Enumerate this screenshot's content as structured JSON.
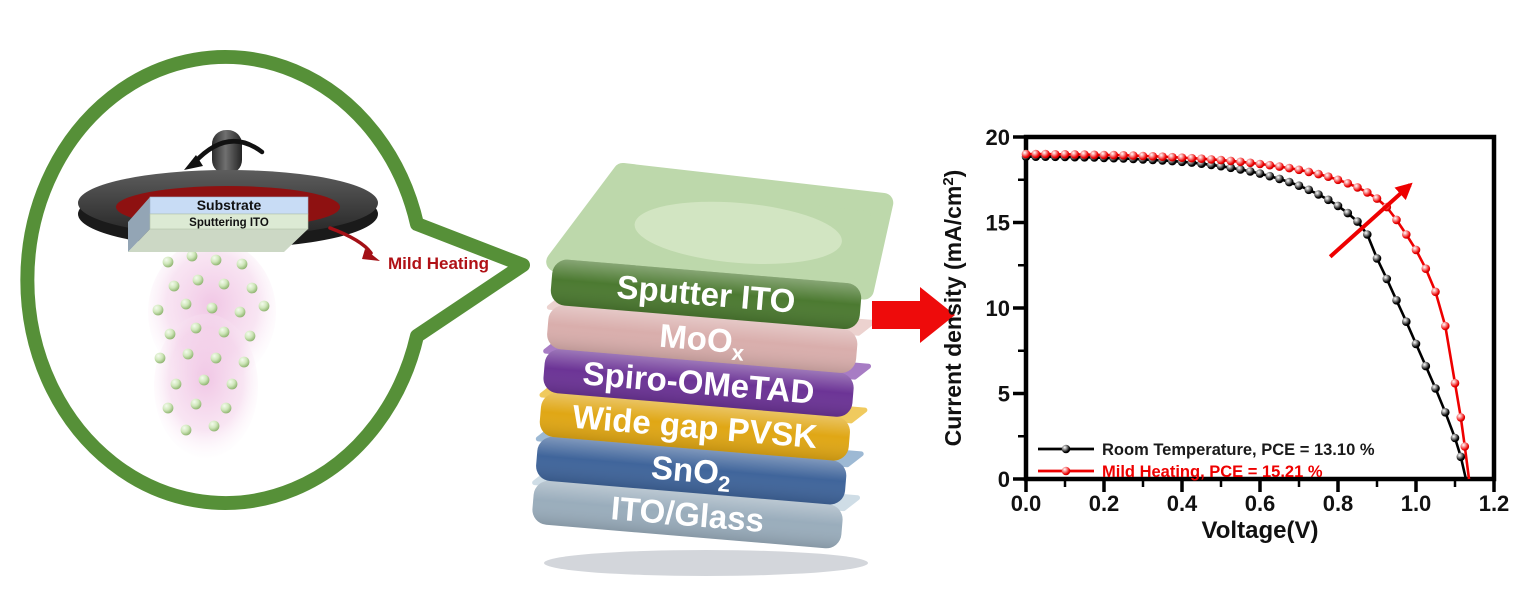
{
  "left_panel": {
    "substrate_label": "Substrate",
    "sputtering_label": "Sputtering ITO",
    "mild_heating_label": "Mild Heating",
    "ring_color": "#569038",
    "heater_color": "#8e1111",
    "arrow_color": "#a31016",
    "text_color": "#b01116"
  },
  "stack": {
    "layers": [
      {
        "base": "Sputter ITO",
        "sub": "",
        "front": "#4c7a31",
        "top": "#9cbf85",
        "top_face": "#bdd8ab",
        "top_highlight": "#d6e8c6"
      },
      {
        "base": "MoO",
        "sub": "x",
        "front": "#d9aeac",
        "top": "#ecd2cf"
      },
      {
        "base": "Spiro-OMeTAD",
        "sub": "",
        "front": "#6c3496",
        "top": "#a77cc4"
      },
      {
        "base": "Wide gap PVSK",
        "sub": "",
        "front": "#e0a715",
        "top": "#f0ca5e"
      },
      {
        "base": "SnO",
        "sub": "2",
        "front": "#40659b",
        "top": "#9db9d4"
      },
      {
        "base": "ITO/Glass",
        "sub": "",
        "front": "#9aadbc",
        "top": "#cfdde6"
      }
    ]
  },
  "arrow": {
    "color": "#ee0b0b"
  },
  "chart_data": {
    "type": "line",
    "title": "",
    "xlabel": "Voltage(V)",
    "ylabel_main": "Current density (mA/cm",
    "ylabel_sup": "2",
    "ylabel_close": ")",
    "xlim": [
      0,
      1.2
    ],
    "ylim": [
      0,
      20
    ],
    "x_tick_values": [
      0,
      0.2,
      0.4,
      0.6,
      0.8,
      1.0,
      1.2
    ],
    "x_tick_labels": [
      "0.0",
      "0.2",
      "0.4",
      "0.6",
      "0.8",
      "1.0",
      "1.2"
    ],
    "x_minor_step": 0.1,
    "y_tick_values": [
      0,
      5,
      10,
      15,
      20
    ],
    "y_tick_labels": [
      "0",
      "5",
      "10",
      "15",
      "20"
    ],
    "y_minor_step": 2.5,
    "grid": false,
    "legend_position": "lower-left-inside",
    "annotation": {
      "from": [
        0.78,
        13.0
      ],
      "to": [
        0.985,
        17.2
      ],
      "color": "#ee0000"
    },
    "series": [
      {
        "name": "Room Temperature",
        "pce": "13.10 %",
        "legend_label": "Room Temperature, PCE = 13.10 %",
        "color": "#000000",
        "legend_text_color": "#1a1a1a",
        "points": [
          [
            0,
            18.85
          ],
          [
            0.025,
            18.85
          ],
          [
            0.05,
            18.85
          ],
          [
            0.075,
            18.84
          ],
          [
            0.1,
            18.83
          ],
          [
            0.125,
            18.82
          ],
          [
            0.15,
            18.81
          ],
          [
            0.175,
            18.8
          ],
          [
            0.2,
            18.78
          ],
          [
            0.225,
            18.76
          ],
          [
            0.25,
            18.74
          ],
          [
            0.275,
            18.72
          ],
          [
            0.3,
            18.69
          ],
          [
            0.325,
            18.66
          ],
          [
            0.35,
            18.63
          ],
          [
            0.375,
            18.59
          ],
          [
            0.4,
            18.55
          ],
          [
            0.425,
            18.5
          ],
          [
            0.45,
            18.44
          ],
          [
            0.475,
            18.37
          ],
          [
            0.5,
            18.29
          ],
          [
            0.525,
            18.2
          ],
          [
            0.55,
            18.1
          ],
          [
            0.575,
            17.99
          ],
          [
            0.6,
            17.86
          ],
          [
            0.625,
            17.71
          ],
          [
            0.65,
            17.55
          ],
          [
            0.675,
            17.36
          ],
          [
            0.7,
            17.15
          ],
          [
            0.725,
            16.91
          ],
          [
            0.75,
            16.64
          ],
          [
            0.775,
            16.33
          ],
          [
            0.8,
            15.97
          ],
          [
            0.825,
            15.55
          ],
          [
            0.85,
            15.05
          ],
          [
            0.875,
            14.3
          ],
          [
            0.9,
            12.9
          ],
          [
            0.925,
            11.7
          ],
          [
            0.95,
            10.45
          ],
          [
            0.975,
            9.2
          ],
          [
            1,
            7.9
          ],
          [
            1.025,
            6.6
          ],
          [
            1.05,
            5.3
          ],
          [
            1.075,
            3.9
          ],
          [
            1.1,
            2.4
          ],
          [
            1.115,
            1.3
          ],
          [
            1.128,
            0
          ]
        ]
      },
      {
        "name": "Mild Heating",
        "pce": "15.21 %",
        "legend_label": "Mild Heating, PCE = 15.21 %",
        "color": "#ee0000",
        "legend_text_color": "#ee0000",
        "points": [
          [
            0,
            19
          ],
          [
            0.025,
            19
          ],
          [
            0.05,
            19
          ],
          [
            0.075,
            18.99
          ],
          [
            0.1,
            18.99
          ],
          [
            0.125,
            18.98
          ],
          [
            0.15,
            18.97
          ],
          [
            0.175,
            18.96
          ],
          [
            0.2,
            18.95
          ],
          [
            0.225,
            18.94
          ],
          [
            0.25,
            18.93
          ],
          [
            0.275,
            18.91
          ],
          [
            0.3,
            18.89
          ],
          [
            0.325,
            18.87
          ],
          [
            0.35,
            18.85
          ],
          [
            0.375,
            18.82
          ],
          [
            0.4,
            18.79
          ],
          [
            0.425,
            18.76
          ],
          [
            0.45,
            18.73
          ],
          [
            0.475,
            18.69
          ],
          [
            0.5,
            18.65
          ],
          [
            0.525,
            18.6
          ],
          [
            0.55,
            18.55
          ],
          [
            0.575,
            18.49
          ],
          [
            0.6,
            18.42
          ],
          [
            0.625,
            18.35
          ],
          [
            0.65,
            18.27
          ],
          [
            0.675,
            18.18
          ],
          [
            0.7,
            18.08
          ],
          [
            0.725,
            17.96
          ],
          [
            0.75,
            17.83
          ],
          [
            0.775,
            17.68
          ],
          [
            0.8,
            17.5
          ],
          [
            0.825,
            17.29
          ],
          [
            0.85,
            17.05
          ],
          [
            0.875,
            16.76
          ],
          [
            0.9,
            16.4
          ],
          [
            0.925,
            15.9
          ],
          [
            0.95,
            15.15
          ],
          [
            0.975,
            14.3
          ],
          [
            1,
            13.4
          ],
          [
            1.025,
            12.3
          ],
          [
            1.05,
            10.95
          ],
          [
            1.075,
            8.95
          ],
          [
            1.1,
            5.6
          ],
          [
            1.115,
            3.6
          ],
          [
            1.125,
            1.9
          ],
          [
            1.136,
            0
          ]
        ]
      }
    ]
  }
}
